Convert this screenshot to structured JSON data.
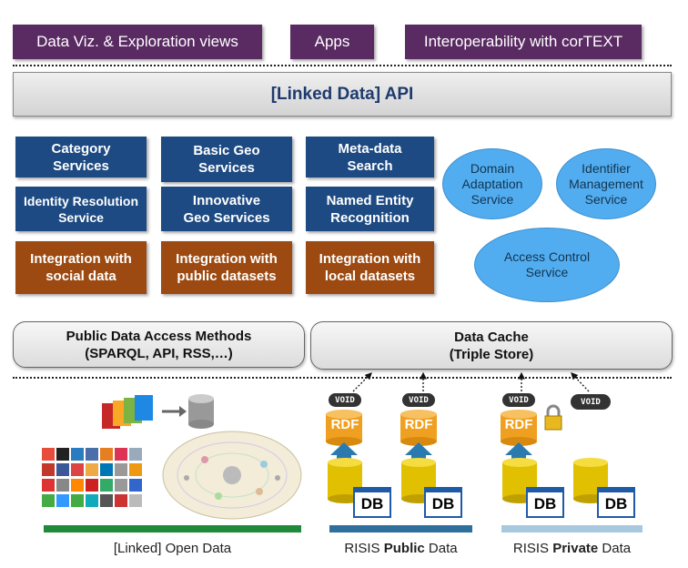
{
  "top_row": {
    "viz": "Data Viz. & Exploration views",
    "apps": "Apps",
    "interop": "Interoperability with corTEXT"
  },
  "api": "[Linked Data] API",
  "services": {
    "category": [
      "Category",
      "Services"
    ],
    "basic_geo": [
      "Basic Geo",
      "Services"
    ],
    "metadata": [
      "Meta-data",
      "Search"
    ],
    "identity": [
      "Identity Resolution",
      "Service"
    ],
    "innovative_geo": [
      "Innovative",
      "Geo Services"
    ],
    "ner": [
      "Named Entity",
      "Recognition"
    ]
  },
  "integration": {
    "social": [
      "Integration with",
      "social data"
    ],
    "public": [
      "Integration with",
      "public datasets"
    ],
    "local": [
      "Integration with",
      "local datasets"
    ]
  },
  "ellipses": {
    "domain": [
      "Domain",
      "Adaptation",
      "Service"
    ],
    "identifier": [
      "Identifier",
      "Management",
      "Service"
    ],
    "access": [
      "Access Control",
      "Service"
    ]
  },
  "access_layer": {
    "public_access": [
      "Public Data Access Methods",
      "(SPARQL, API, RSS,…)"
    ],
    "cache": [
      "Data Cache",
      "(Triple Store)"
    ]
  },
  "bottom": {
    "void_label": "VOID",
    "rdf_label": "RDF",
    "db_label": "DB",
    "open_data_caption": "[Linked] Open Data",
    "public_caption_prefix": "RISIS ",
    "public_caption_bold": "Public",
    "public_caption_suffix": " Data",
    "private_caption_prefix": "RISIS ",
    "private_caption_bold": "Private",
    "private_caption_suffix": " Data"
  },
  "colors": {
    "purple": "#5a2a63",
    "service_blue": "#1d4a82",
    "integration_brown": "#9c4a11",
    "ellipse_blue": "#52adf0",
    "rdf_orange": "#f0a020",
    "open_data_bar": "#1e8a3a",
    "public_bar": "#2f6f9e",
    "private_bar": "#a8c8e0"
  }
}
